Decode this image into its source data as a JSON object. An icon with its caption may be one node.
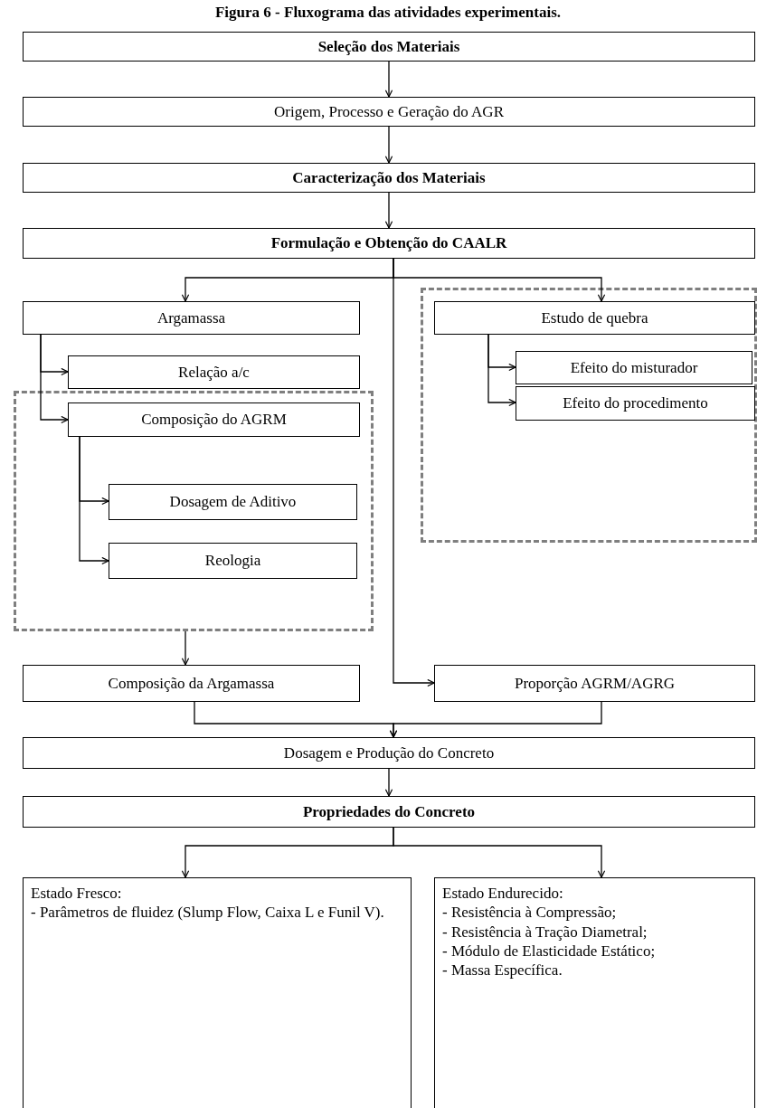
{
  "diagram": {
    "title": "Figura 6 - Fluxograma das atividades experimentais.",
    "nodes": [
      {
        "text": [
          "Seleção dos Materiais"
        ]
      },
      {
        "text": [
          "Origem, Processo e Geração do AGR"
        ]
      },
      {
        "text": [
          "Caracterização dos Materiais"
        ]
      },
      {
        "text": [
          "Formulação e Obtenção do CAALR"
        ]
      },
      {
        "text": [
          "Argamassa"
        ]
      },
      {
        "text": [],
        "shape": "box"
      },
      {
        "text": [
          "Estudo de quebra"
        ],
        "in": 5
      },
      {
        "text": [
          "Relação a/c"
        ]
      },
      {
        "text": [
          "Efeito do misturador"
        ],
        "in": 5
      },
      {
        "text": [
          "Efeito do procedimento"
        ],
        "in": 5
      },
      {
        "text": [],
        "shape": "box"
      },
      {
        "text": [
          "Composição do AGRM"
        ],
        "in": 10
      },
      {
        "text": [
          "Dosagem de Aditivo"
        ],
        "in": 10
      },
      {
        "text": [
          "Reologia"
        ],
        "in": 10
      },
      {
        "text": [
          "Composição da Argamassa"
        ]
      },
      {
        "text": [
          "Proporção AGRM/AGRG"
        ]
      },
      {
        "text": [
          "Dosagem e Produção do Concreto"
        ]
      },
      {
        "text": [
          "Propriedades do Concreto"
        ]
      },
      {
        "text": [
          "Estado Fresco:",
          "- Parâmetros de fluidez (Slump Flow, Caixa L e Funil V)."
        ]
      },
      {
        "text": [
          "Estado Endurecido:",
          "- Resistência à Compressão;",
          "- Resistência à Tração Diametral;",
          "- Módulo de Elasticidade Estático;",
          "- Massa Específica."
        ]
      }
    ],
    "edges": [
      {
        "from": 0,
        "to": 1,
        "arrow": "to"
      },
      {
        "from": 1,
        "to": 2,
        "arrow": "to"
      },
      {
        "from": 2,
        "to": 3,
        "arrow": "to"
      },
      {
        "from": 3,
        "to": 4,
        "arrow": "to"
      },
      {
        "from": 3,
        "to": 6,
        "arrow": "to"
      },
      {
        "from": 3,
        "to": 15,
        "arrow": "to"
      },
      {
        "from": 4,
        "to": 7,
        "arrow": "to"
      },
      {
        "from": 4,
        "to": 11,
        "arrow": "to"
      },
      {
        "from": 11,
        "to": 12,
        "arrow": "to"
      },
      {
        "from": 11,
        "to": 13,
        "arrow": "to"
      },
      {
        "from": 6,
        "to": 8,
        "arrow": "to"
      },
      {
        "from": 6,
        "to": 9,
        "arrow": "to"
      },
      {
        "from": 10,
        "to": 14,
        "arrow": "to"
      },
      {
        "from": 14,
        "to": 16,
        "arrow": "to"
      },
      {
        "from": 15,
        "to": 16,
        "arrow": "to"
      },
      {
        "from": 16,
        "to": 17,
        "arrow": "to"
      },
      {
        "from": 17,
        "to": 18,
        "arrow": "to"
      },
      {
        "from": 17,
        "to": 19,
        "arrow": "to"
      }
    ]
  }
}
